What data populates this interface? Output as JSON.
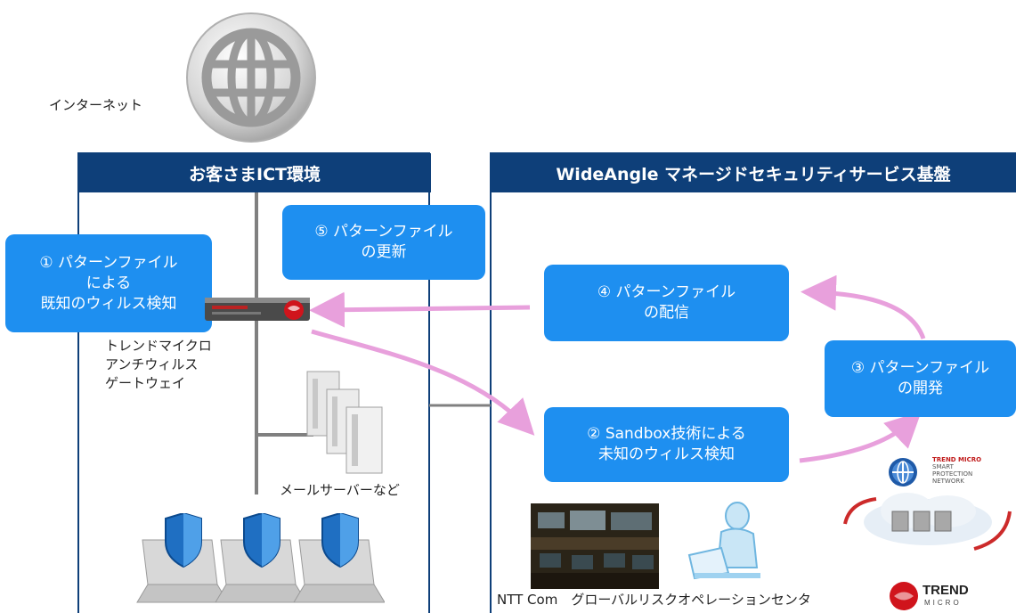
{
  "internet": {
    "label": "インターネット"
  },
  "customer_panel": {
    "title": "お客さまICT環境"
  },
  "service_panel": {
    "title": "WideAngle マネージドセキュリティサービス基盤"
  },
  "steps": {
    "step1": {
      "line1": "① パターンファイル",
      "line2": "による",
      "line3": "既知のウィルス検知"
    },
    "step2": {
      "line1": "② Sandbox技術による",
      "line2": "未知のウィルス検知"
    },
    "step3": {
      "line1": "③ パターンファイル",
      "line2": "の開発"
    },
    "step4": {
      "line1": "④ パターンファイル",
      "line2": "の配信"
    },
    "step5": {
      "line1": "⑤ パターンファイル",
      "line2": "の更新"
    }
  },
  "gateway": {
    "line1": "トレンドマイクロ",
    "line2": "アンチウィルス",
    "line3": "ゲートウェイ"
  },
  "mail_server": {
    "label": "メールサーバーなど"
  },
  "soc": {
    "label": "NTT Com　グローバルリスクオペレーションセンタ"
  },
  "trend": {
    "spn_line1": "TREND MICRO",
    "spn_line2": "SMART",
    "spn_line3": "PROTECTION",
    "spn_line4": "NETWORK",
    "logo_top": "TREND",
    "logo_bottom": "MICRO"
  },
  "colors": {
    "panel_header": "#0e3f79",
    "step_box": "#1e8ff0",
    "arrow": "#e8a0dc",
    "line": "#808080"
  }
}
